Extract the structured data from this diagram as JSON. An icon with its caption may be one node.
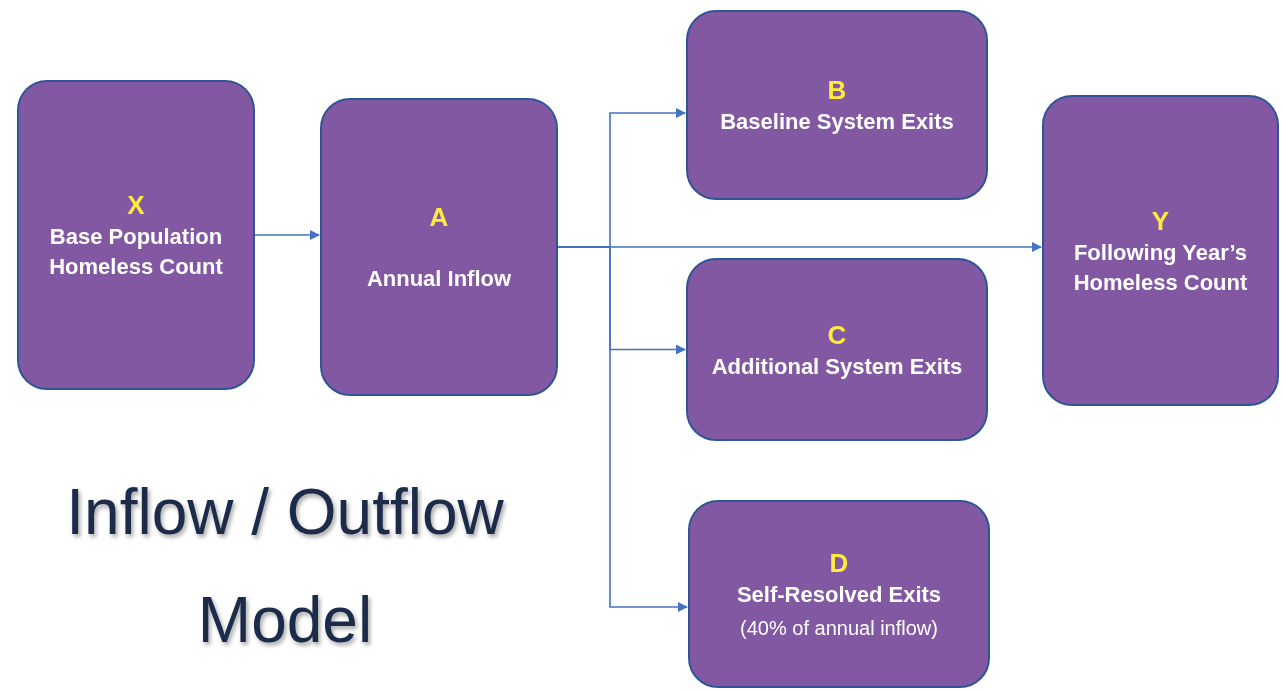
{
  "diagram": {
    "title": "Inflow / Outflow Model",
    "nodes": [
      {
        "text": [
          "X",
          "Base Population Homeless Count"
        ]
      },
      {
        "text": [
          "A",
          "Annual Inflow"
        ]
      },
      {
        "text": [
          "B",
          "Baseline System Exits"
        ]
      },
      {
        "text": [
          "Y",
          "Following Year’s Homeless Count"
        ]
      },
      {
        "text": [
          "C",
          "Additional System Exits"
        ]
      },
      {
        "text": [
          "D",
          "Self-Resolved Exits",
          "(40% of annual inflow)"
        ]
      }
    ],
    "edges": [
      {
        "from": 0,
        "to": 1,
        "arrow": "to"
      },
      {
        "from": 1,
        "to": 2,
        "arrow": "to"
      },
      {
        "from": 1,
        "to": 3,
        "arrow": "to"
      },
      {
        "from": 1,
        "to": 4,
        "arrow": "to"
      },
      {
        "from": 1,
        "to": 5,
        "arrow": "to"
      }
    ]
  }
}
